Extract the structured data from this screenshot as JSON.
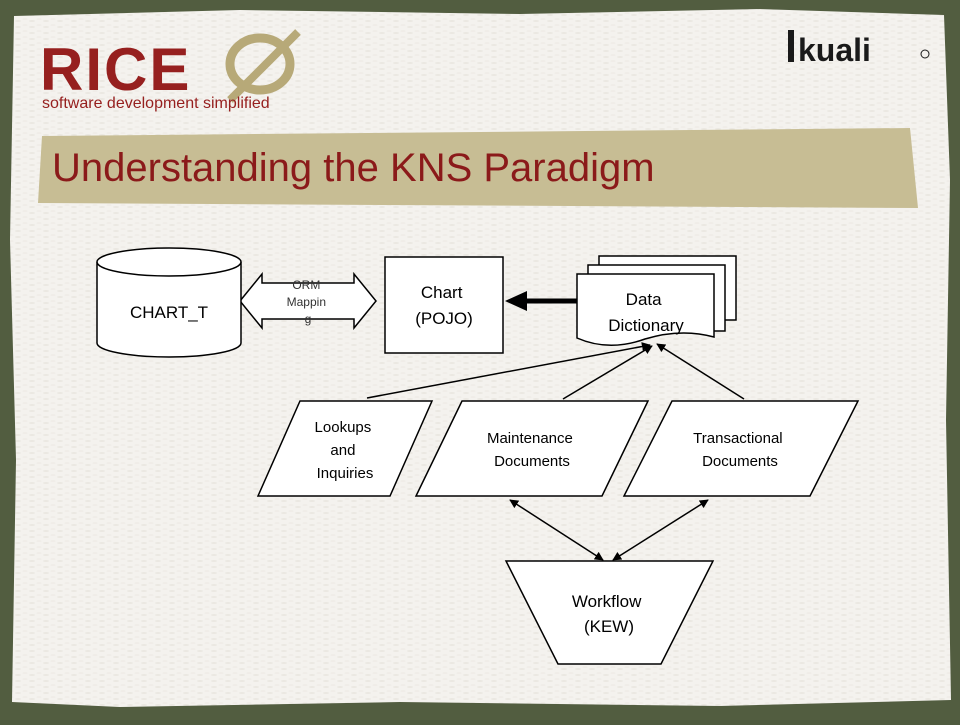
{
  "logo": {
    "brand": "RICE",
    "tagline": "software development simplified",
    "partner": "kuali",
    "brand_color": "#96201f"
  },
  "slide": {
    "title": "Understanding the KNS Paradigm",
    "title_color": "#8b1a1a",
    "title_band_color": "#c7bd94"
  },
  "diagram": {
    "database": "CHART_T",
    "orm": [
      "ORM",
      "Mappin",
      "g"
    ],
    "pojo": [
      "Chart",
      "(POJO)"
    ],
    "data_dictionary": [
      "Data",
      "Dictionary"
    ],
    "lookups": [
      "Lookups",
      "and",
      "Inquiries"
    ],
    "maintenance": [
      "Maintenance",
      "Documents"
    ],
    "transactional": [
      "Transactional",
      "Documents"
    ],
    "workflow": [
      "Workflow",
      "(KEW)"
    ]
  }
}
